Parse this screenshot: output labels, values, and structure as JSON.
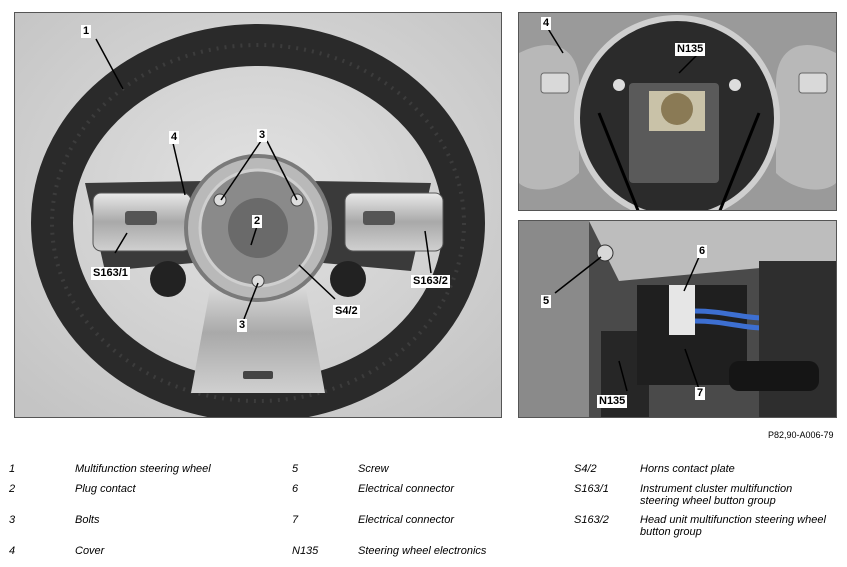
{
  "callouts": {
    "main": [
      "1",
      "4",
      "3",
      "2",
      "3",
      "S163/1",
      "S4/2",
      "S163/2"
    ],
    "top_right": [
      "4",
      "N135"
    ],
    "bottom_right": [
      "6",
      "5",
      "N135",
      "7"
    ]
  },
  "reference": "P82,90-A006-79",
  "legend": [
    {
      "num": "1",
      "desc": "Multifunction steering wheel"
    },
    {
      "num": "2",
      "desc": "Plug contact"
    },
    {
      "num": "3",
      "desc": "Bolts"
    },
    {
      "num": "4",
      "desc": "Cover"
    },
    {
      "num": "5",
      "desc": "Screw"
    },
    {
      "num": "6",
      "desc": "Electrical connector"
    },
    {
      "num": "7",
      "desc": "Electrical connector"
    },
    {
      "num": "N135",
      "desc": "Steering wheel electronics"
    },
    {
      "num": "S4/2",
      "desc": "Horns contact plate"
    },
    {
      "num": "S163/1",
      "desc": "Instrument cluster multifunction steering wheel button group"
    },
    {
      "num": "S163/2",
      "desc": "Head unit multifunction steering wheel button group"
    }
  ]
}
